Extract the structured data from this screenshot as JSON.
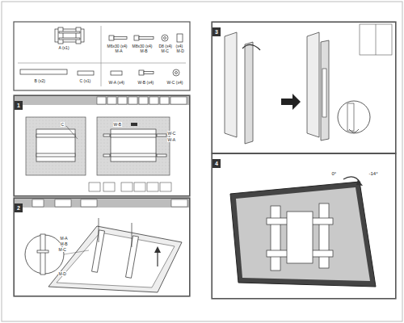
{
  "diagram": {
    "nodes": [
      {
        "text": [
          "1"
        ]
      },
      {
        "text": [
          "2"
        ]
      },
      {
        "text": [
          "3"
        ]
      },
      {
        "text": [
          "4"
        ]
      }
    ],
    "labels": [
      "A (x1)",
      "M6x30 (x4)",
      "M-A",
      "M8x30 (x4)",
      "M-B",
      "D8 (x4)",
      "M-C",
      "(x4)",
      "M-D",
      "B (x2)",
      "C (x1)",
      "W-A (x4)",
      "W-B (x4)",
      "W-C (x4)",
      "C",
      "W-B",
      "W-C",
      "W-A",
      "M-A",
      "M-B",
      "M-C",
      "M-D",
      "0°",
      "-14°"
    ]
  }
}
